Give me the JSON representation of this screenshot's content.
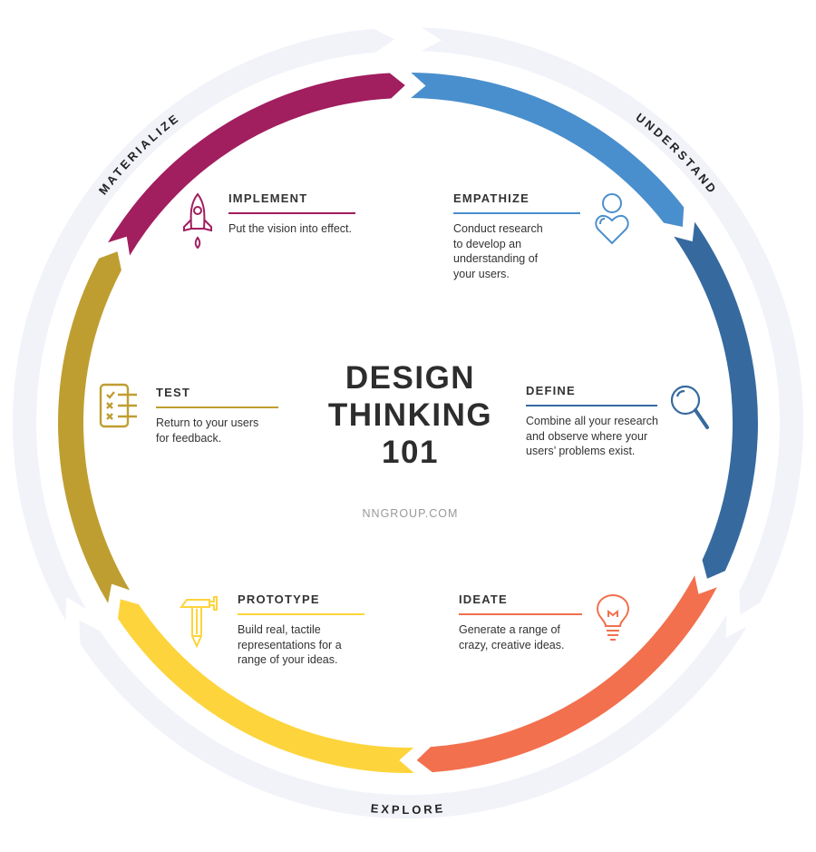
{
  "center": {
    "line1": "DESIGN",
    "line2": "THINKING",
    "line3": "101",
    "site": "NNGROUP.COM"
  },
  "phases": [
    {
      "label": "UNDERSTAND"
    },
    {
      "label": "EXPLORE"
    },
    {
      "label": "MATERIALIZE"
    }
  ],
  "stages": {
    "empathize": {
      "title": "EMPATHIZE",
      "lines": [
        "Conduct research",
        "to develop an",
        "understanding of",
        "your users."
      ],
      "color": "#4A8FCD",
      "icon": "person-heart-icon"
    },
    "define": {
      "title": "DEFINE",
      "lines": [
        "Combine all your research",
        "and observe where your",
        "users’ problems exist."
      ],
      "color": "#366A9F",
      "icon": "magnifier-icon"
    },
    "ideate": {
      "title": "IDEATE",
      "lines": [
        "Generate a range of",
        "crazy, creative ideas."
      ],
      "color": "#F2704E",
      "icon": "lightbulb-icon"
    },
    "prototype": {
      "title": "PROTOTYPE",
      "lines": [
        "Build real, tactile",
        "representations for a",
        "range of your ideas."
      ],
      "color": "#FDD43B",
      "icon": "hammer-nail-icon"
    },
    "test": {
      "title": "TEST",
      "lines": [
        "Return to your users",
        "for feedback."
      ],
      "color": "#BF9E31",
      "icon": "checklist-icon"
    },
    "implement": {
      "title": "IMPLEMENT",
      "lines": [
        "Put the vision into effect."
      ],
      "color": "#A11E5F",
      "icon": "rocket-icon"
    }
  },
  "colors": {
    "phase_ring": "#F1F3F9"
  }
}
